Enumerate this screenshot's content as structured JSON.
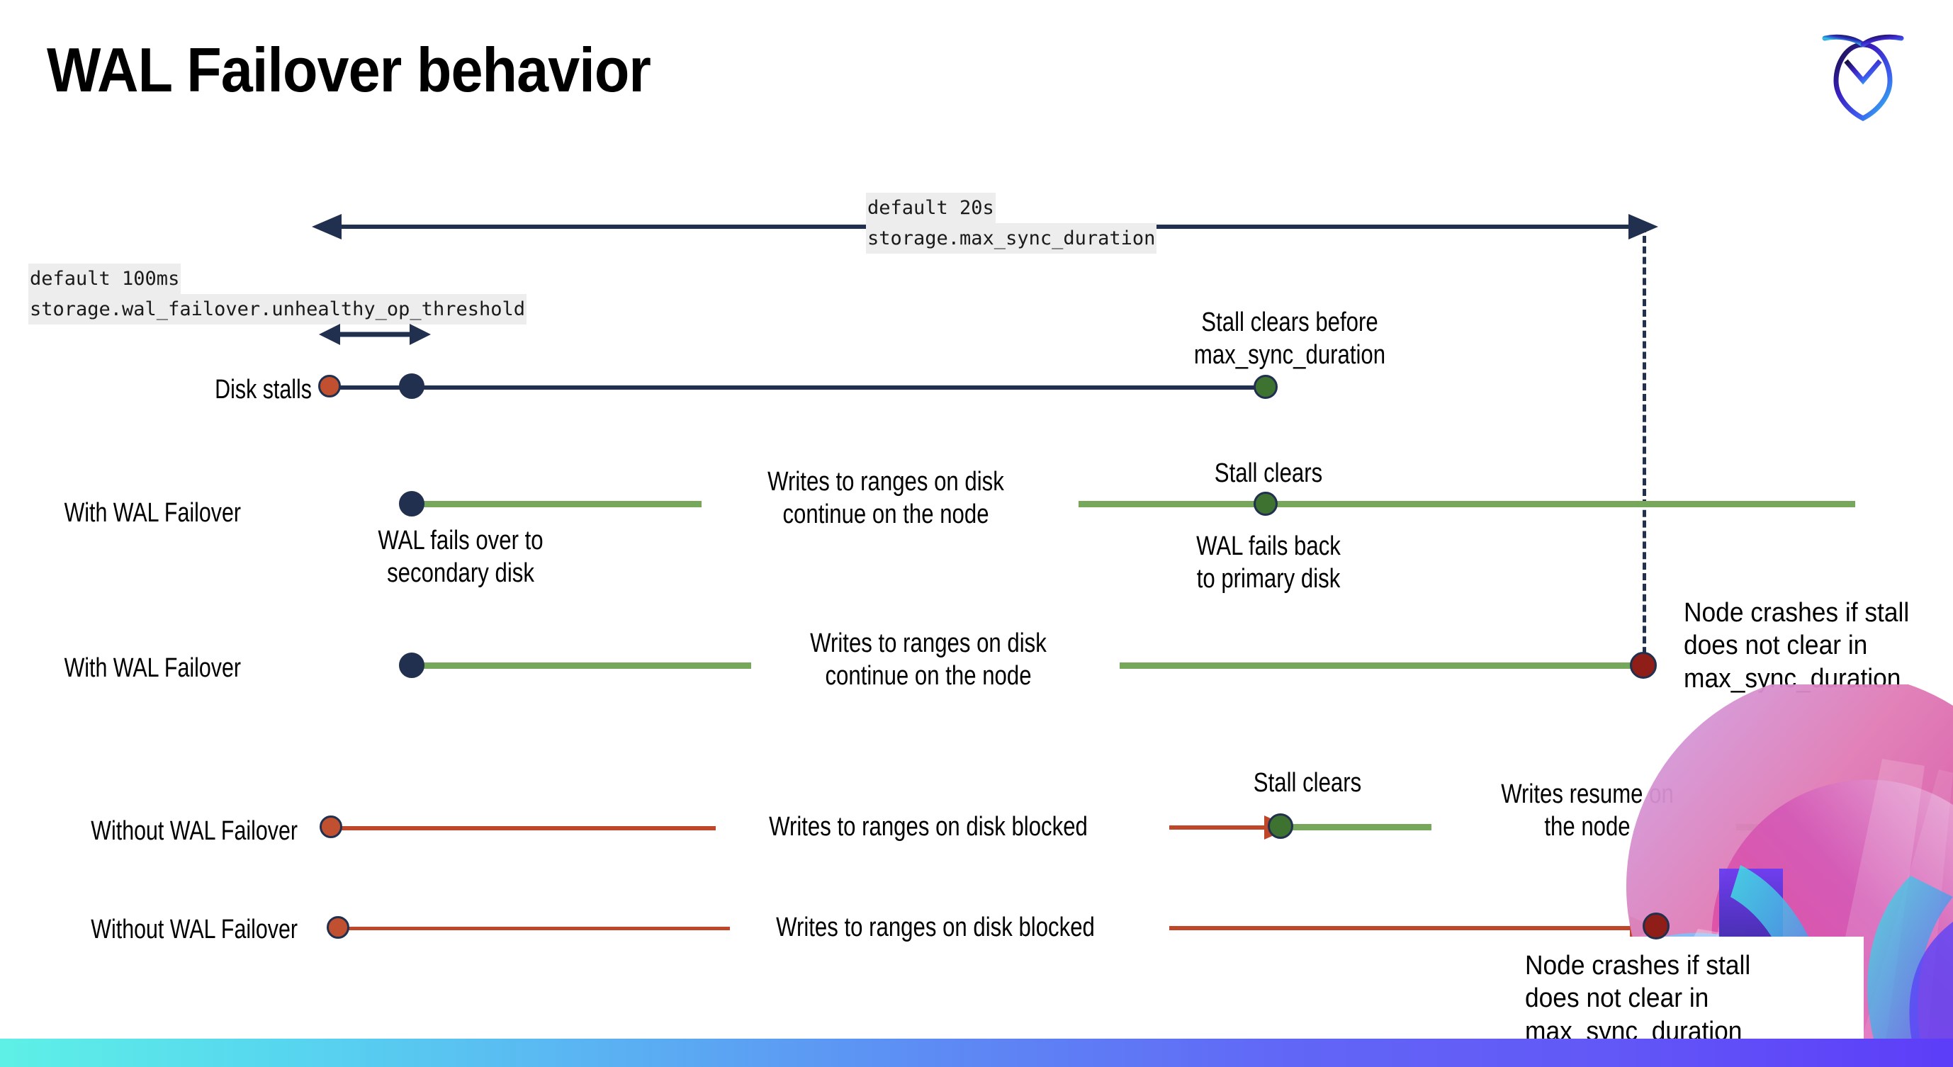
{
  "slide": {
    "title": "WAL Failover behavior",
    "logo_name": "cockroachdb-logo"
  },
  "config_labels": [
    {
      "id": "max-sync-duration",
      "default": "default 20s",
      "setting": "storage.max_sync_duration"
    },
    {
      "id": "unhealthy-op-threshold",
      "default": "default 100ms",
      "setting": "storage.wal_failover.unhealthy_op_threshold"
    }
  ],
  "rows": [
    {
      "id": "disk-stalls",
      "label": "Disk stalls",
      "annotation_right": "Stall clears before\nmax_sync_duration"
    },
    {
      "id": "with-wal-failover-1",
      "label": "With WAL Failover",
      "annotation_below_left": "WAL fails over to\nsecondary disk",
      "annotation_middle": "Writes to ranges on disk\ncontinue on the node",
      "annotation_above_right": "Stall clears",
      "annotation_below_right": "WAL fails  back\nto primary disk"
    },
    {
      "id": "with-wal-failover-2",
      "label": "With WAL Failover",
      "annotation_middle": "Writes to ranges on disk\ncontinue on the node",
      "annotation_right": "Node crashes if stall\ndoes not clear in\nmax_sync_duration"
    },
    {
      "id": "without-wal-failover-1",
      "label": "Without WAL Failover",
      "annotation_middle": "Writes to ranges on disk  blocked",
      "annotation_above_right": "Stall clears",
      "annotation_far_right": "Writes resume on\nthe node"
    },
    {
      "id": "without-wal-failover-2",
      "label": "Without WAL Failover",
      "annotation_middle": "Writes to ranges on disk  blocked",
      "annotation_callout": "Node crashes if stall\ndoes not clear in\nmax_sync_duration"
    }
  ],
  "colors": {
    "navy": "#22304f",
    "green_line": "#76a75b",
    "green_dot": "#3e7230",
    "orange": "#c0502f",
    "red_line": "#c0462a",
    "dark_red": "#8f1d18",
    "code_bg": "#ededed",
    "bar_gradient_start": "#5ef0e6",
    "bar_gradient_end": "#5d3df8"
  }
}
